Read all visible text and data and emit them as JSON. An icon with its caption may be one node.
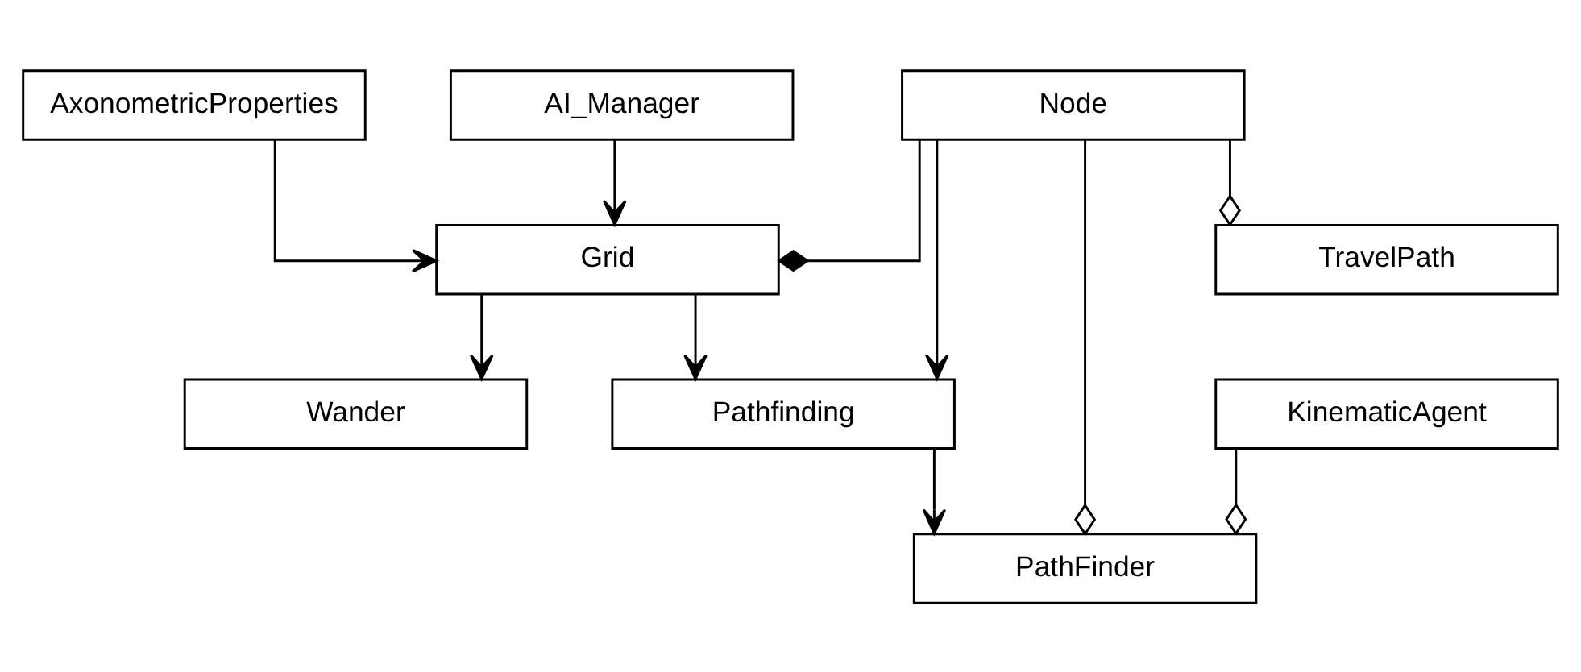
{
  "diagram": {
    "nodes": [
      {
        "text": [
          "AxonometricProperties"
        ]
      },
      {
        "text": [
          "AI_Manager"
        ]
      },
      {
        "text": [
          "Node"
        ]
      },
      {
        "text": [
          "Grid"
        ]
      },
      {
        "text": [
          "Pathfinding"
        ]
      },
      {
        "text": [
          "Wander"
        ]
      },
      {
        "text": [
          "PathFinder"
        ]
      },
      {
        "text": [
          "KinematicAgent"
        ]
      },
      {
        "text": [
          "TravelPath"
        ]
      }
    ],
    "edges": [
      {
        "from": 0,
        "to": 3,
        "arrow": "to"
      },
      {
        "from": 1,
        "to": 3,
        "arrow": "to"
      },
      {
        "from": 2,
        "to": 3,
        "arrow": "other"
      },
      {
        "from": 2,
        "to": 4,
        "arrow": "to"
      },
      {
        "from": 3,
        "to": 4,
        "arrow": "to"
      },
      {
        "from": 3,
        "to": 5,
        "arrow": "to"
      },
      {
        "from": 4,
        "to": 6,
        "arrow": "to"
      },
      {
        "from": 2,
        "to": 6,
        "arrow": "other"
      },
      {
        "from": 7,
        "to": 6,
        "arrow": "other"
      },
      {
        "from": 2,
        "to": 8,
        "arrow": "other"
      }
    ]
  }
}
